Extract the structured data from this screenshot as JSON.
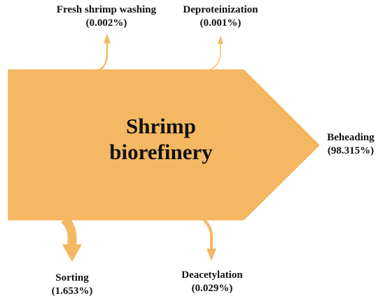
{
  "colors": {
    "flow": "#f5b862",
    "flow_stroke": "#efa94c",
    "text": "#111111"
  },
  "center": {
    "line1": "Shrimp",
    "line2": "biorefinery"
  },
  "outputs": {
    "fresh_washing": {
      "name": "Fresh shrimp washing",
      "value": "(0.002%)"
    },
    "deproteinization": {
      "name": "Deproteinization",
      "value": "(0.001%)"
    },
    "beheading": {
      "name": "Beheading",
      "value": "(98.315%)"
    },
    "sorting": {
      "name": "Sorting",
      "value": "(1.653%)"
    },
    "deacetylation": {
      "name": "Deacetylation",
      "value": "(0.029%)"
    }
  },
  "chart_data": {
    "type": "sankey",
    "source": "Shrimp biorefinery",
    "flows": [
      {
        "target": "Fresh shrimp washing",
        "percent": 0.002,
        "direction": "up"
      },
      {
        "target": "Deproteinization",
        "percent": 0.001,
        "direction": "up"
      },
      {
        "target": "Beheading",
        "percent": 98.315,
        "direction": "right"
      },
      {
        "target": "Sorting",
        "percent": 1.653,
        "direction": "down"
      },
      {
        "target": "Deacetylation",
        "percent": 0.029,
        "direction": "down"
      }
    ]
  }
}
